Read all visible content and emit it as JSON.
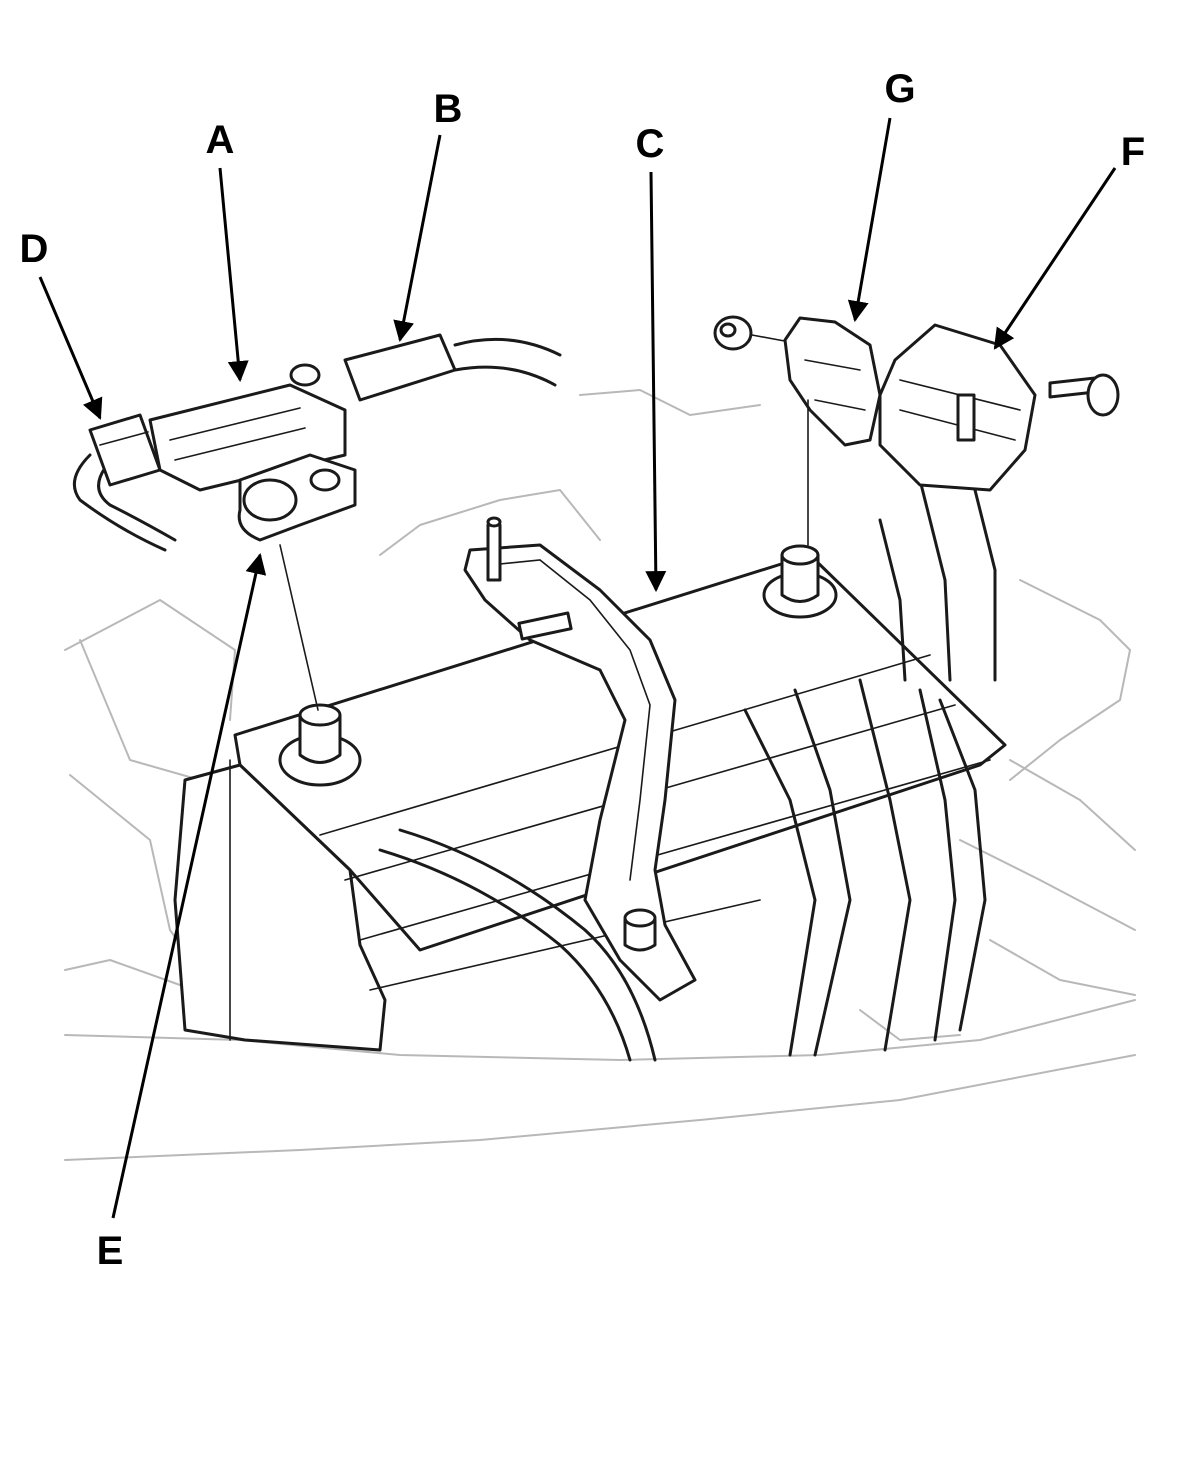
{
  "callouts": {
    "A": "A",
    "B": "B",
    "C": "C",
    "D": "D",
    "E": "E",
    "F": "F",
    "G": "G"
  },
  "colors": {
    "ink": "#1a1a1a",
    "background_lines": "#b8b8b8",
    "paper": "#ffffff"
  }
}
